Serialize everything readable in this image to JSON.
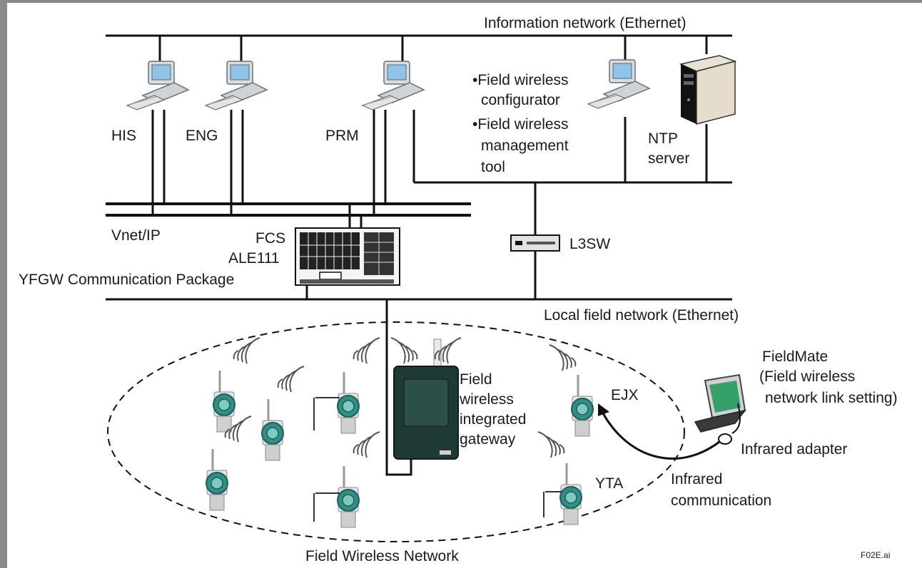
{
  "networks": {
    "information": "Information network (Ethernet)",
    "vnet": "Vnet/IP",
    "local_field": "Local field network (Ethernet)",
    "field_wireless": "Field Wireless Network"
  },
  "stations": {
    "his": "HIS",
    "eng": "ENG",
    "prm": "PRM",
    "ntp_line1": "NTP",
    "ntp_line2": "server",
    "config_bullet1_line1": "•Field wireless",
    "config_bullet1_line2": "configurator",
    "config_bullet2_line1": "•Field wireless",
    "config_bullet2_line2": "management",
    "config_bullet2_line3": "tool"
  },
  "controller": {
    "line1": "FCS",
    "line2": "ALE111",
    "line3": "YFGW Communication Package"
  },
  "switch": "L3SW",
  "gateway": {
    "line1": "Field",
    "line2": "wireless",
    "line3": "integrated",
    "line4": "gateway"
  },
  "devices": {
    "ejx": "EJX",
    "yta": "YTA"
  },
  "fieldmate": {
    "line1": "FieldMate",
    "line2": "(Field wireless",
    "line3": "network link setting)"
  },
  "infrared": {
    "adapter": "Infrared adapter",
    "comm_line1": "Infrared",
    "comm_line2": "communication"
  },
  "figure_id": "F02E.ai",
  "colors": {
    "line": "#111111",
    "device_teal": "#2f8f86",
    "gateway_dark": "#1f3a36"
  },
  "icons": {
    "workstation": "desktop-computer-icon",
    "server": "tower-server-icon",
    "switch": "network-switch-icon",
    "transmitter": "wireless-transmitter-icon",
    "gateway": "wireless-gateway-icon",
    "laptop": "laptop-icon",
    "signal": "radio-waves-icon"
  }
}
